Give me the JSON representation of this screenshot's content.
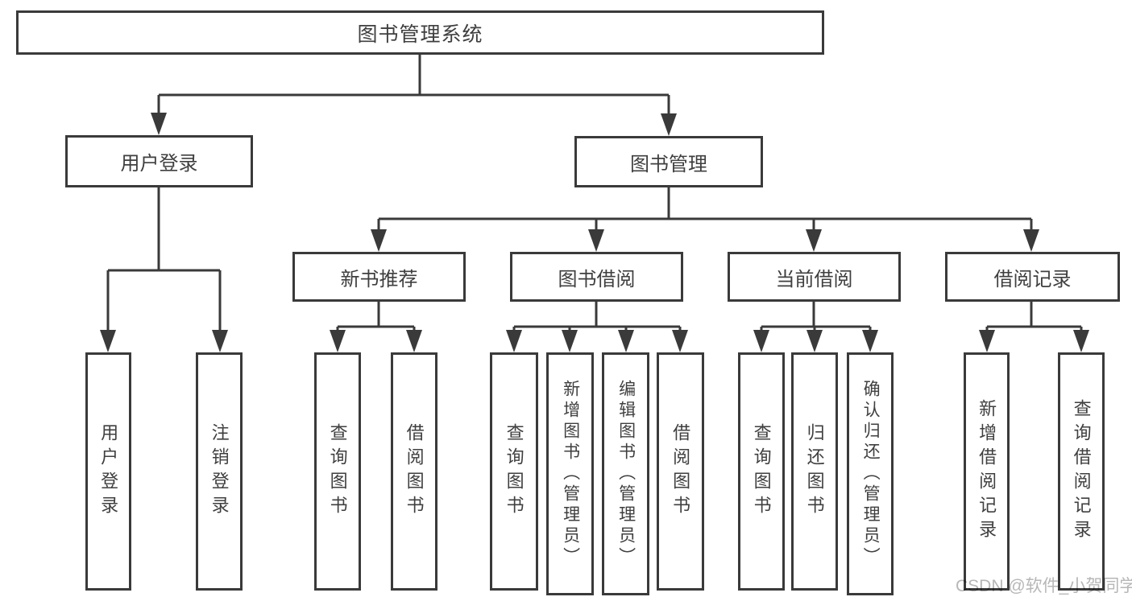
{
  "diagram": {
    "tree": {
      "root": {
        "label": "图书管理系统"
      },
      "level2": [
        {
          "label": "用户登录",
          "children": [
            {
              "label": "用户登录"
            },
            {
              "label": "注销登录"
            }
          ]
        },
        {
          "label": "图书管理",
          "children": [
            {
              "label": "新书推荐",
              "children": [
                {
                  "label": "查询图书"
                },
                {
                  "label": "借阅图书"
                }
              ]
            },
            {
              "label": "图书借阅",
              "children": [
                {
                  "label": "查询图书"
                },
                {
                  "label": "新增图书（管理员）"
                },
                {
                  "label": "编辑图书（管理员）"
                },
                {
                  "label": "借阅图书"
                }
              ]
            },
            {
              "label": "当前借阅",
              "children": [
                {
                  "label": "查询图书"
                },
                {
                  "label": "归还图书"
                },
                {
                  "label": "确认归还（管理员）"
                }
              ]
            },
            {
              "label": "借阅记录",
              "children": [
                {
                  "label": "新增借阅记录"
                },
                {
                  "label": "查询借阅记录"
                }
              ]
            }
          ]
        }
      ]
    },
    "watermark": "CSDN @软件_小贺同学",
    "colors": {
      "line": "#3a3a3a",
      "text": "#3f3f3f",
      "watermark": "#b7b7b7",
      "page_bg": "#ffffff"
    }
  }
}
